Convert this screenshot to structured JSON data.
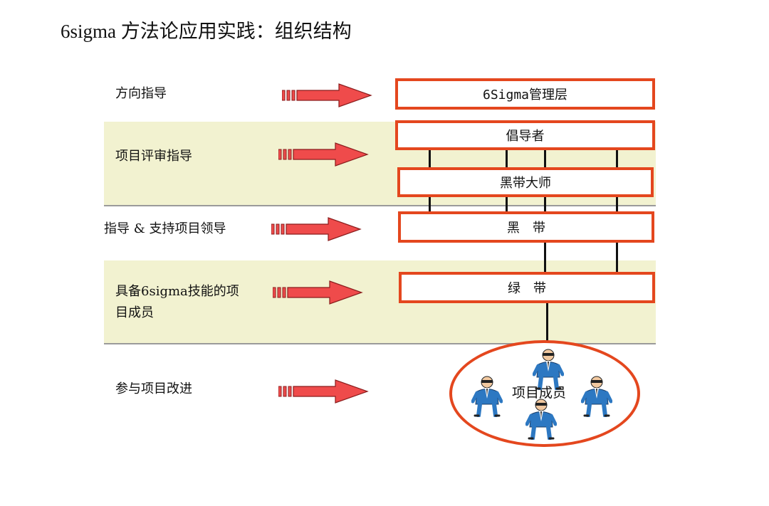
{
  "title": "6sigma 方法论应用实践：组织结构",
  "rows": [
    {
      "label": "方向指导",
      "box": "6Sigma管理层"
    },
    {
      "label": "项目评审指导",
      "boxes": [
        "倡导者",
        "黑带大师"
      ]
    },
    {
      "label": "指导 & 支持项目领导",
      "box": "黑　带"
    },
    {
      "label_lines": [
        "具备6sigma技能的项",
        "目成员"
      ],
      "box": "绿　带"
    },
    {
      "label": "参与项目改进",
      "members": "项目成员"
    }
  ],
  "colors": {
    "box_border": "#e4471e",
    "band_fill": "#f2f2d0",
    "arrow_fill": "#ef4b4b"
  },
  "icons": [
    "red-arrow-icon",
    "person-icon"
  ]
}
